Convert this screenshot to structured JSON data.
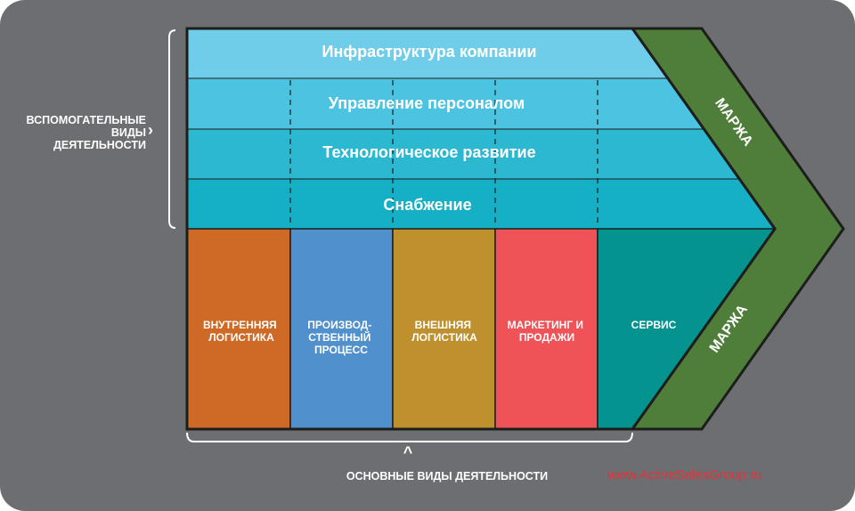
{
  "support": {
    "label": [
      "ВСПОМОГАТЕЛЬНЫЕ",
      "ВИДЫ",
      "ДЕЯТЕЛЬНОСТИ"
    ],
    "rows": [
      {
        "label": "Инфраструктура компании",
        "color": "#70cde9"
      },
      {
        "label": "Управление персоналом",
        "color": "#4cc3e0"
      },
      {
        "label": "Технологическое развитие",
        "color": "#2db8d2"
      },
      {
        "label": "Снабжение",
        "color": "#15b0c5"
      }
    ]
  },
  "primary": {
    "label": "ОСНОВНЫЕ ВИДЫ ДЕЯТЕЛЬНОСТИ",
    "activities": [
      {
        "lines": [
          "ВНУТРЕННЯЯ",
          "ЛОГИСТИКА"
        ],
        "color": "#cf6a26"
      },
      {
        "lines": [
          "ПРОИЗВОД-",
          "СТВЕННЫЙ",
          "ПРОЦЕСС"
        ],
        "color": "#5090cc"
      },
      {
        "lines": [
          "ВНЕШНЯЯ",
          "ЛОГИСТИКА"
        ],
        "color": "#bf912e"
      },
      {
        "lines": [
          "МАРКЕТИНГ И",
          "ПРОДАЖИ"
        ],
        "color": "#ef5257"
      },
      {
        "lines": [
          "СЕРВИС"
        ],
        "color": "#05938f"
      }
    ]
  },
  "margin": {
    "top_label": "МАРЖА",
    "bottom_label": "МАРЖА",
    "color": "#4f7d3a"
  },
  "footer": {
    "site": "www.ActiveSalesGroup.ru"
  },
  "colors": {
    "background": "#6d6e71",
    "outline": "#1d1d1b",
    "accent_text": "#e8303a"
  }
}
